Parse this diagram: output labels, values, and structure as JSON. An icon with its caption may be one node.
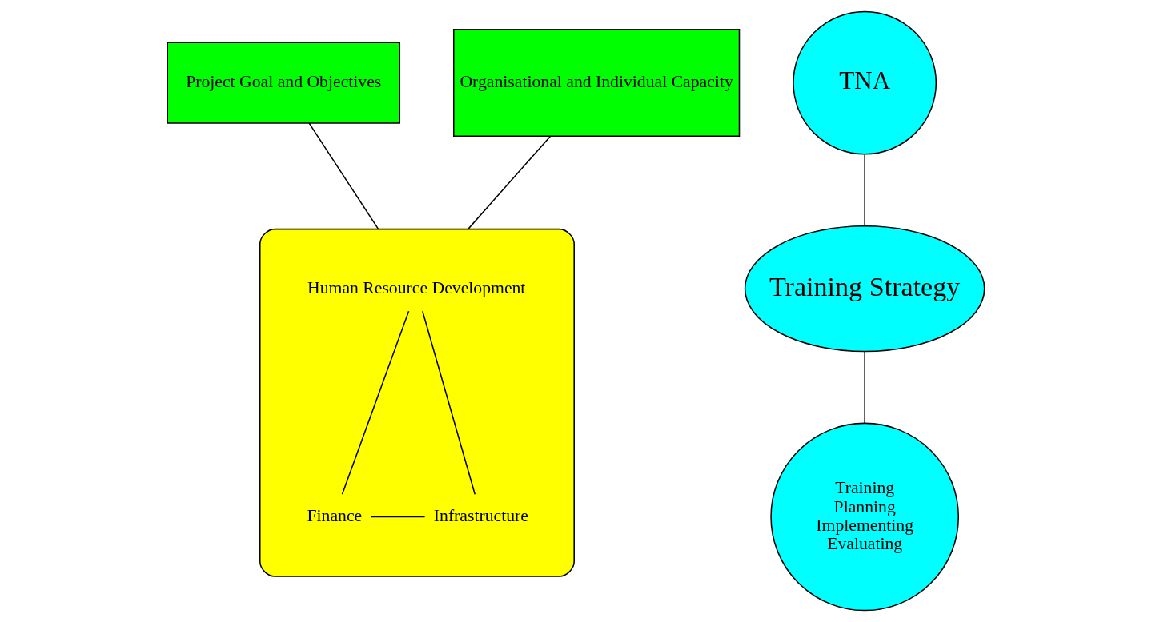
{
  "diagram": {
    "nodes": [
      {
        "text": [
          "Project Goal and Objectives"
        ]
      },
      {
        "text": [],
        "shape": "ellipse"
      },
      {
        "text": [
          "Human Resource Development"
        ],
        "in": 1
      },
      {
        "text": [
          "Organisational and Individual Capacity"
        ]
      },
      {
        "text": [
          "Finance"
        ],
        "in": 1
      },
      {
        "text": [
          "Infrastructure"
        ],
        "in": 1
      },
      {
        "text": [
          "TNA"
        ]
      },
      {
        "text": [
          "Training Strategy"
        ]
      },
      {
        "text": [
          "Training",
          "Planning",
          "Implementing",
          "Evaluating"
        ]
      }
    ],
    "edges": [
      {
        "from": 0,
        "to": 1,
        "arrow": "none"
      },
      {
        "from": 3,
        "to": 1,
        "arrow": "none"
      },
      {
        "from": 2,
        "to": 4,
        "arrow": "none"
      },
      {
        "from": 2,
        "to": 5,
        "arrow": "none"
      },
      {
        "from": 4,
        "to": 5,
        "arrow": "none"
      },
      {
        "from": 6,
        "to": 7,
        "arrow": "none"
      },
      {
        "from": 7,
        "to": 8,
        "arrow": "none"
      }
    ]
  }
}
